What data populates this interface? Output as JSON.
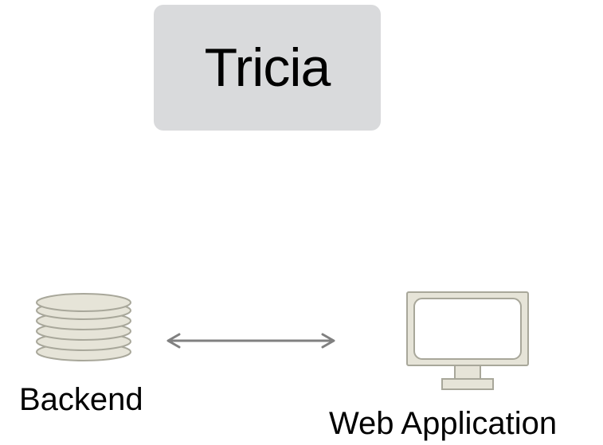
{
  "title": "Tricia",
  "nodes": {
    "backend": {
      "label": "Backend",
      "icon": "database-icon"
    },
    "webapp": {
      "label": "Web Application",
      "icon": "monitor-icon"
    }
  },
  "connection": {
    "type": "bidirectional-arrow"
  },
  "colors": {
    "title_box_fill": "#d9dadc",
    "icon_fill": "#e6e4d8",
    "icon_stroke": "#a8a79a",
    "arrow": "#808080"
  }
}
